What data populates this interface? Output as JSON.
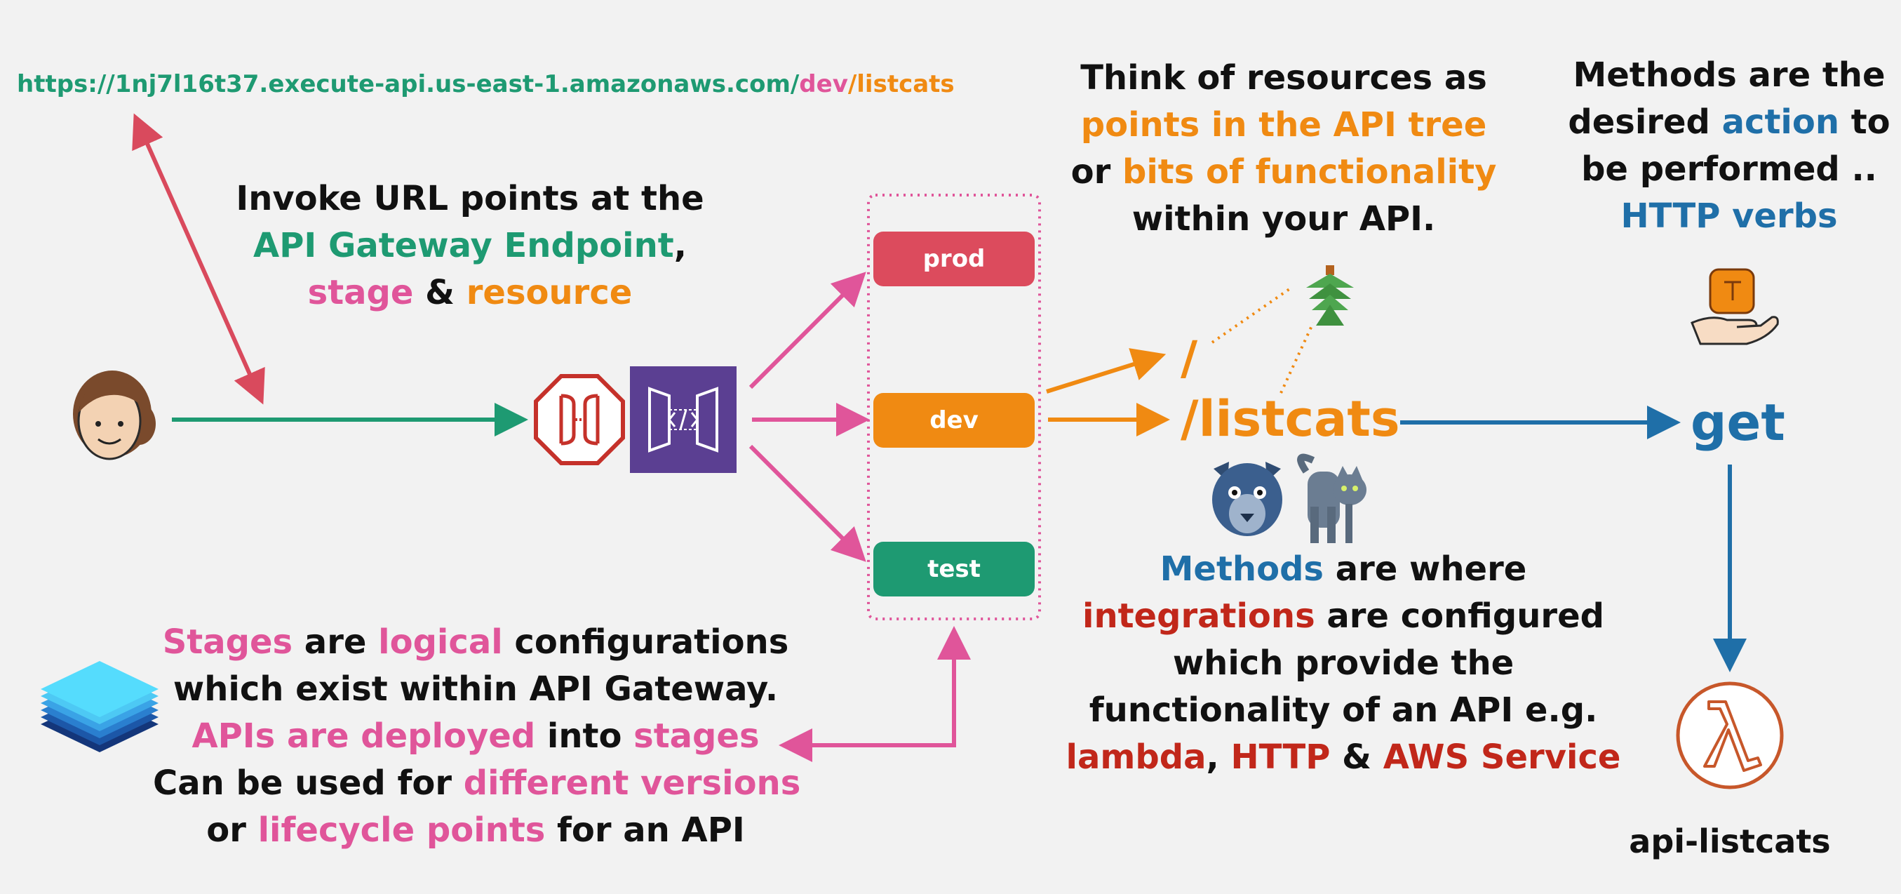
{
  "url": {
    "base": "https://1nj7l16t37.execute-api.us-east-1.amazonaws.com/",
    "stage": "dev",
    "sep": "/",
    "resource": "listcats"
  },
  "invoke": {
    "l1": "Invoke URL points at the",
    "l2_a": "API Gateway Endpoint",
    "l2_b": ",",
    "l3_a": "stage",
    "l3_b": " & ",
    "l3_c": "resource"
  },
  "stages": {
    "prod": "prod",
    "dev": "dev",
    "test": "test"
  },
  "resources_note": {
    "l1": "Think of resources as",
    "l2": "points in the API tree",
    "l3_a": "or ",
    "l3_b": "bits of functionality",
    "l4": "within your API."
  },
  "methods_note": {
    "l1": "Methods are the",
    "l2_a": "desired ",
    "l2_b": "action",
    "l2_c": " to",
    "l3": "be performed ..",
    "l4": "HTTP verbs"
  },
  "tree": {
    "root": "/",
    "listcats": "/listcats"
  },
  "method": "get",
  "lambda_name": "api-listcats",
  "integrations_note": {
    "l1_a": "Methods",
    "l1_b": " are where",
    "l2_a": "integrations",
    "l2_b": " are configured",
    "l3": "which provide the",
    "l4": "functionality of an API e.g.",
    "l5_a": "lambda",
    "l5_b": ", ",
    "l5_c": "HTTP",
    "l5_d": " & ",
    "l5_e": "AWS Service"
  },
  "stages_note": {
    "l1_a": "Stages",
    "l1_b": " are ",
    "l1_c": "logical",
    "l1_d": " configurations",
    "l2": "which exist within API Gateway.",
    "l3_a": "APIs are deployed",
    "l3_b": " into ",
    "l3_c": "stages",
    "l4_a": "Can be used for ",
    "l4_b": "different versions",
    "l5_a": "or ",
    "l5_b": "lifecycle points",
    "l5_c": " for an API"
  },
  "colors": {
    "green": "#1e9a72",
    "pink": "#e0559a",
    "orange": "#f08a12",
    "blue": "#1f6fa8",
    "red": "#c1271a",
    "prod": "#dc4b5d",
    "purple": "#5b3f92"
  }
}
